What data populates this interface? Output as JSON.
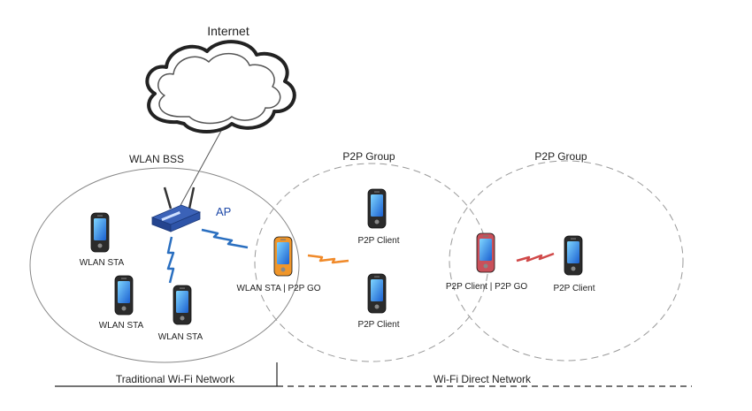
{
  "internet": {
    "label": "Internet"
  },
  "wlan_bss": {
    "label": "WLAN BSS"
  },
  "ap": {
    "label": "AP"
  },
  "p2p_groups": [
    {
      "label": "P2P Group"
    },
    {
      "label": "P2P Group"
    }
  ],
  "devices": {
    "sta_left": "WLAN STA",
    "sta_bottom_left": "WLAN  STA",
    "sta_bottom_center": "WLAN  STA",
    "sta_go": "WLAN  STA  | P2P GO",
    "client_top": "P2P Client",
    "client_bottom": "P2P Client",
    "client_go": "P2P Client | P2P GO",
    "client_right": "P2P Client"
  },
  "footer": {
    "traditional": "Traditional Wi-Fi Network",
    "direct": "Wi-Fi Direct Network"
  },
  "colors": {
    "phone_default": "#2b2b2b",
    "phone_orange": "#f0962a",
    "phone_red": "#c9505a",
    "link_blue": "#2a6fc0",
    "link_orange": "#f08a2a",
    "link_red": "#d04848"
  }
}
